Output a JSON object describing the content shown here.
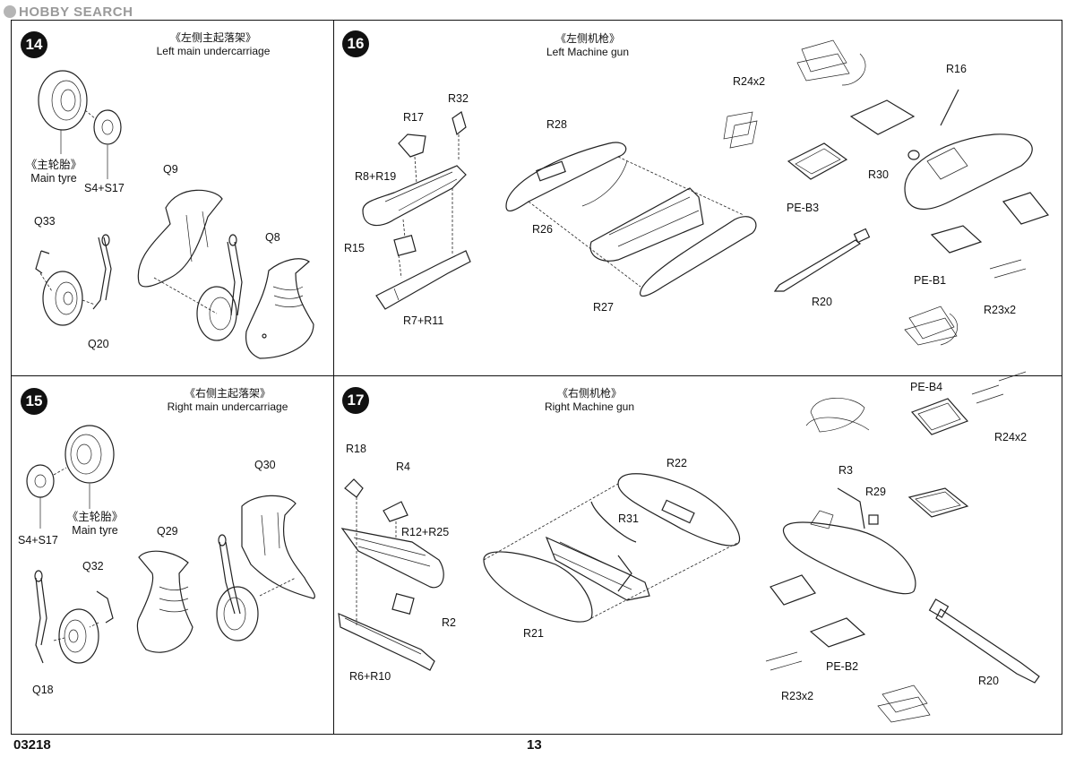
{
  "watermark": "HOBBY SEARCH",
  "footer": {
    "left": "03218",
    "center": "13"
  },
  "steps": [
    {
      "number": "14",
      "title_cn": "《左侧主起落架》",
      "title_en": "Left main undercarriage",
      "labels": {
        "tyre_cn": "《主轮胎》",
        "tyre_en": "Main tyre",
        "s": "S4+S17",
        "q9": "Q9",
        "q33": "Q33",
        "q8": "Q8",
        "q20": "Q20"
      }
    },
    {
      "number": "15",
      "title_cn": "《右侧主起落架》",
      "title_en": "Right main undercarriage",
      "labels": {
        "tyre_cn": "《主轮胎》",
        "tyre_en": "Main tyre",
        "s": "S4+S17",
        "q30": "Q30",
        "q29": "Q29",
        "q32": "Q32",
        "q18": "Q18"
      }
    },
    {
      "number": "16",
      "title_cn": "《左侧机枪》",
      "title_en": "Left Machine gun",
      "labels": {
        "r32": "R32",
        "r17": "R17",
        "r8r19": "R8+R19",
        "r15": "R15",
        "r7r11": "R7+R11",
        "r28": "R28",
        "r26": "R26",
        "r27": "R27",
        "r24x2": "R24x2",
        "peb3": "PE-B3",
        "r16": "R16",
        "r30": "R30",
        "r20": "R20",
        "peb1": "PE-B1",
        "r23x2": "R23x2"
      }
    },
    {
      "number": "17",
      "title_cn": "《右侧机枪》",
      "title_en": "Right Machine gun",
      "labels": {
        "r18": "R18",
        "r4": "R4",
        "r12r25": "R12+R25",
        "r2": "R2",
        "r6r10": "R6+R10",
        "r22": "R22",
        "r31": "R31",
        "r21": "R21",
        "peb4": "PE-B4",
        "r24x2": "R24x2",
        "r3": "R3",
        "r29": "R29",
        "peb2": "PE-B2",
        "r23x2": "R23x2",
        "r20": "R20"
      }
    }
  ]
}
